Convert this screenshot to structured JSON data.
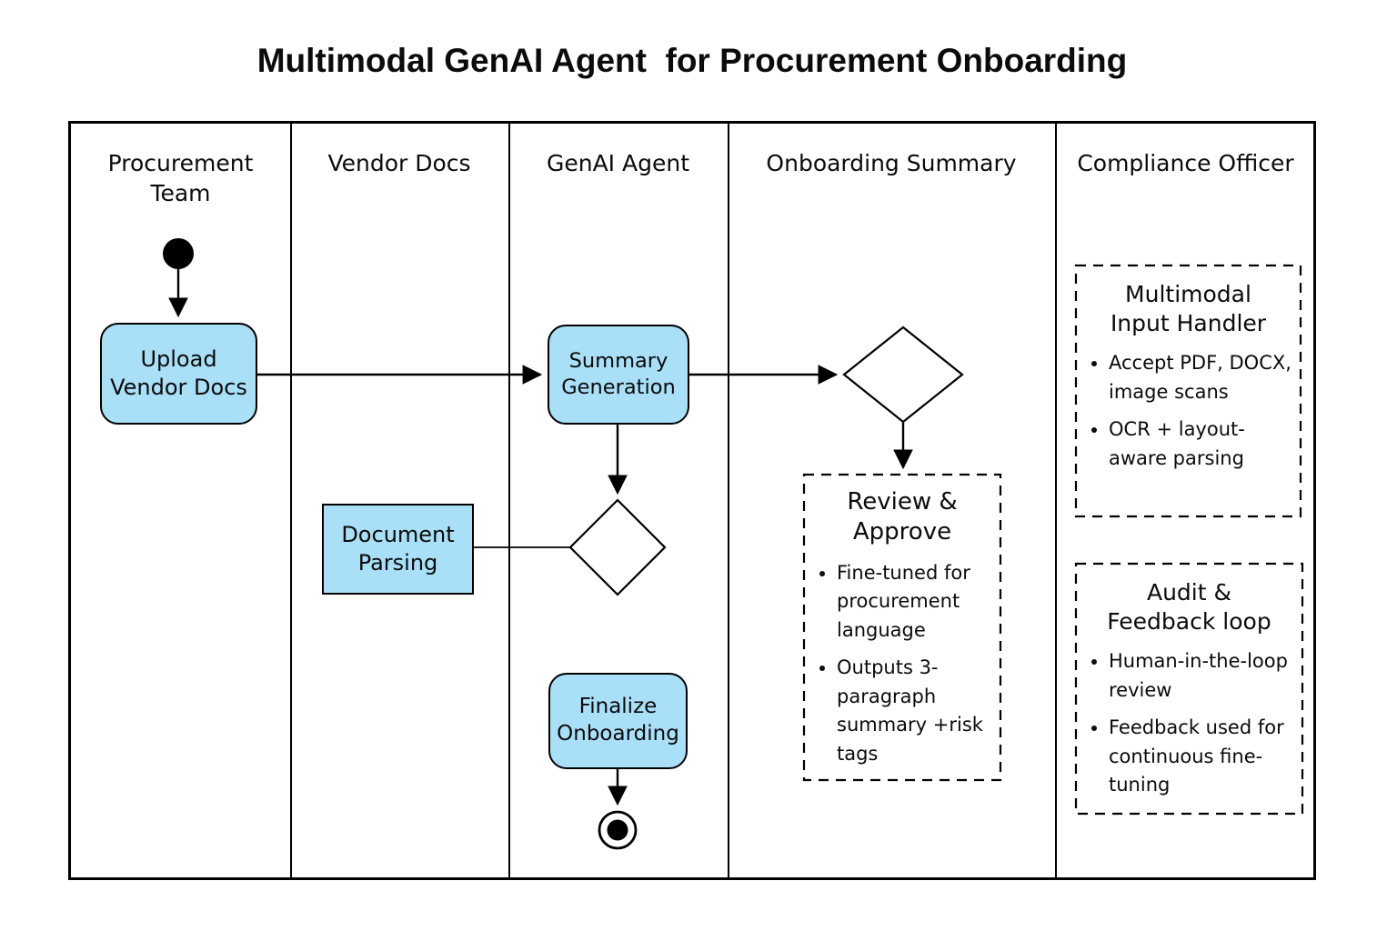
{
  "title": "Multimodal GenAI Agent  for Procurement Onboarding",
  "colors": {
    "activity_fill": "#a9dff7",
    "line_color": "#000000",
    "background": "#ffffff"
  },
  "lanes": [
    {
      "title": "Procurement\nTeam"
    },
    {
      "title": "Vendor Docs"
    },
    {
      "title": "GenAI Agent"
    },
    {
      "title": "Onboarding Summary"
    },
    {
      "title": "Compliance  Officer"
    }
  ],
  "activities": {
    "upload_vendor_docs": "Upload\nVendor Docs",
    "summary_generation": "Summary\nGeneration",
    "document_parsing": "Document\nParsing",
    "finalize_onboarding": "Finalize\nOnboarding"
  },
  "notes": {
    "review_approve": {
      "title": "Review &\nApprove",
      "bullets": [
        "Fine-tuned for procurement language",
        "Outputs 3-paragraph summary +risk tags"
      ]
    },
    "input_handler": {
      "title": "Multimodal\nInput Handler",
      "bullets": [
        "Accept PDF, DOCX, image scans",
        "OCR + layout-aware parsing"
      ]
    },
    "audit_feedback": {
      "title": "Audit &\nFeedback loop",
      "bullets": [
        "Human-in-the-loop review",
        "Feedback used for continuous fine-tuning"
      ]
    }
  }
}
